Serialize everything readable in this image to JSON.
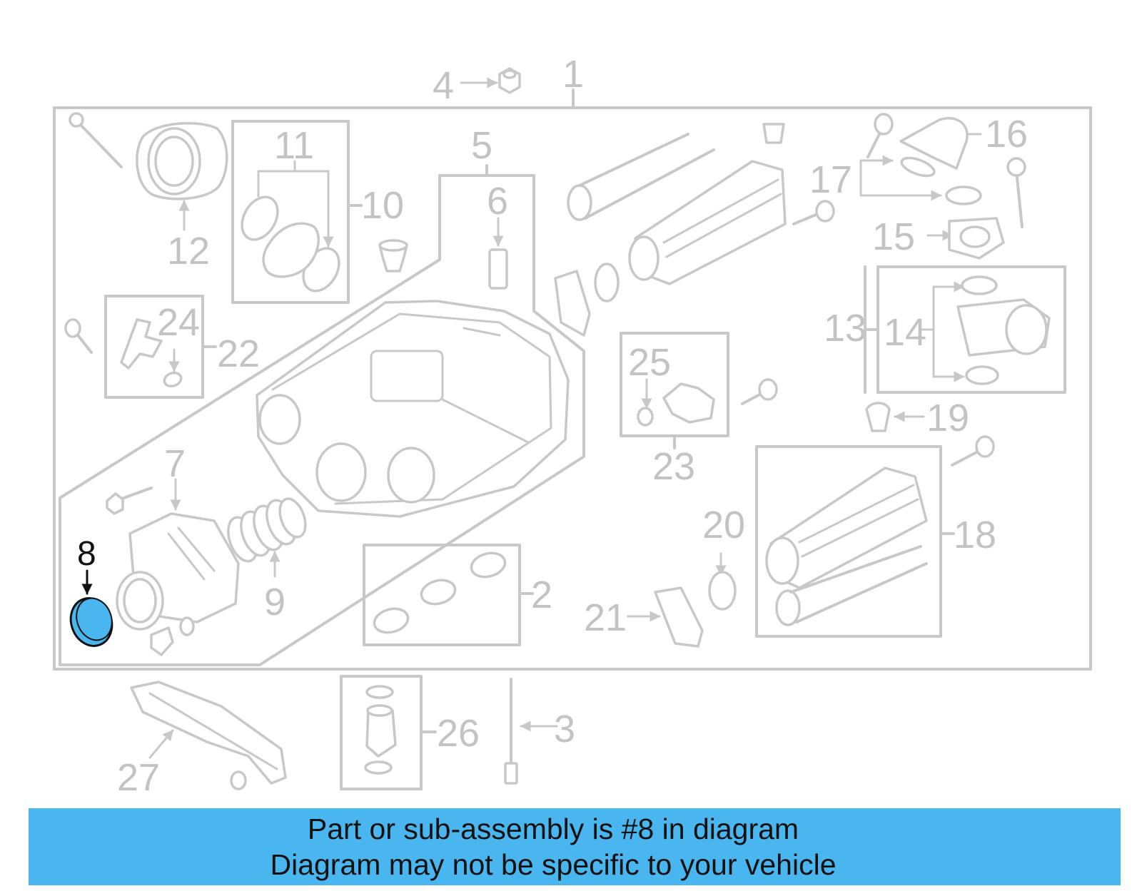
{
  "diagram": {
    "highlight_color": "#4ab6ef",
    "line_color": "#c8c8c8",
    "highlighted_part": "8",
    "callouts": {
      "n1": "1",
      "n2": "2",
      "n3": "3",
      "n4": "4",
      "n5": "5",
      "n6": "6",
      "n7": "7",
      "n8": "8",
      "n9": "9",
      "n10": "10",
      "n11": "11",
      "n12": "12",
      "n13": "13",
      "n14": "14",
      "n15": "15",
      "n16": "16",
      "n17": "17",
      "n18": "18",
      "n19": "19",
      "n20": "20",
      "n21": "21",
      "n22": "22",
      "n23": "23",
      "n24": "24",
      "n25": "25",
      "n26": "26",
      "n27": "27"
    }
  },
  "banner": {
    "line1": "Part or sub-assembly is #8 in diagram",
    "line2": "Diagram may not be specific to your vehicle"
  }
}
